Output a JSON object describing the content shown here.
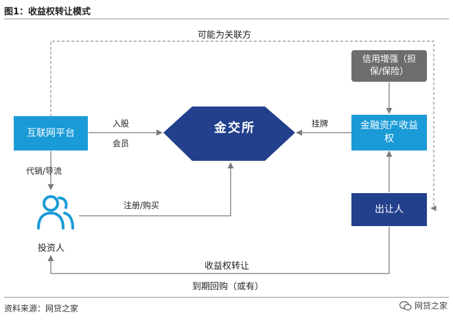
{
  "figure": {
    "title": "图1：收益权转让模式",
    "source": "资料来源：网贷之家",
    "brand": "网贷之家"
  },
  "nodes": {
    "platform": "互联网平台",
    "exchange": "金交所",
    "asset": "金融资产收益权",
    "credit": "信用增强（担保/保险）",
    "transferor": "出让人",
    "investor": "投资人"
  },
  "edges": {
    "related_party": "可能为关联方",
    "enter_shares": "入股",
    "member": "会员",
    "listing": "挂牌",
    "distribution": "代销/导流",
    "register_buy": "注册/购买",
    "transfer_right": "收益权转让",
    "buyback": "到期回购（或有）"
  },
  "colors": {
    "light_blue": "#1a9bd7",
    "dark_blue": "#22408c",
    "gray": "#6d6d6d",
    "line": "#7a7a7a"
  }
}
